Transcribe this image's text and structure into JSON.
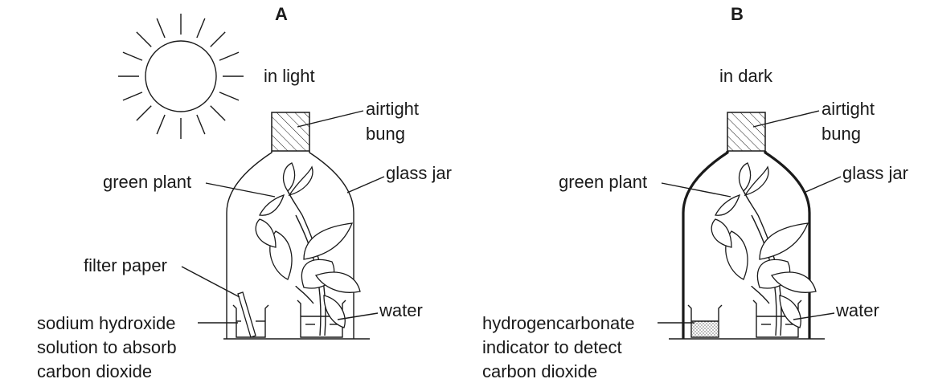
{
  "panel_a": {
    "title": "A",
    "condition": "in light",
    "labels": {
      "bung": [
        "airtight",
        "bung"
      ],
      "jar": "glass jar",
      "plant": "green plant",
      "filter": "filter paper",
      "water": "water",
      "solution": [
        "sodium hydroxide",
        "solution to absorb",
        "carbon dioxide"
      ]
    }
  },
  "panel_b": {
    "title": "B",
    "condition": "in dark",
    "labels": {
      "bung": [
        "airtight",
        "bung"
      ],
      "jar": "glass jar",
      "plant": "green plant",
      "water": "water",
      "solution": [
        "hydrogencarbonate",
        "indicator to detect",
        "carbon dioxide"
      ]
    }
  }
}
